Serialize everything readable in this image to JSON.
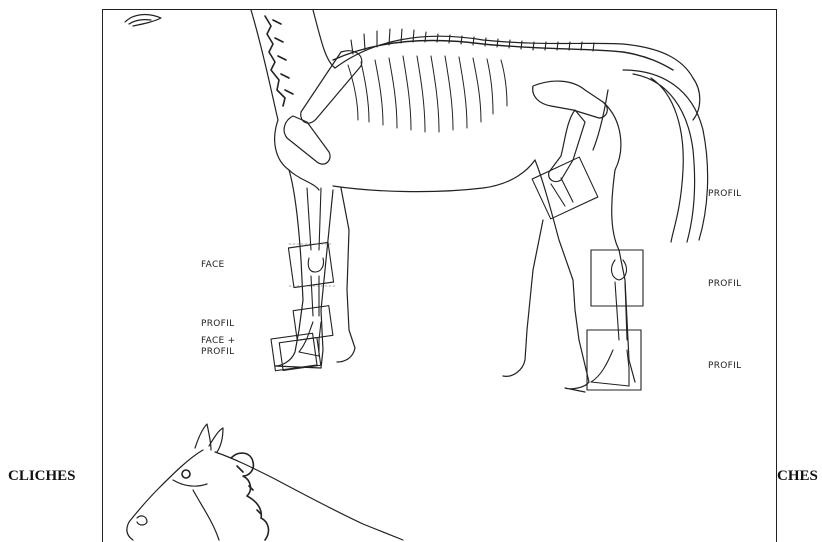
{
  "side_labels": {
    "left": "CLICHES",
    "right": "CHES"
  },
  "diagram": {
    "front_face": "FACE",
    "front_profil": "PROFIL",
    "front_face_profil_line1": "FACE +",
    "front_face_profil_line2": "PROFIL",
    "hind_profil_upper": "PROFIL",
    "hind_profil_middle": "PROFIL",
    "hind_profil_lower": "PROFIL"
  }
}
